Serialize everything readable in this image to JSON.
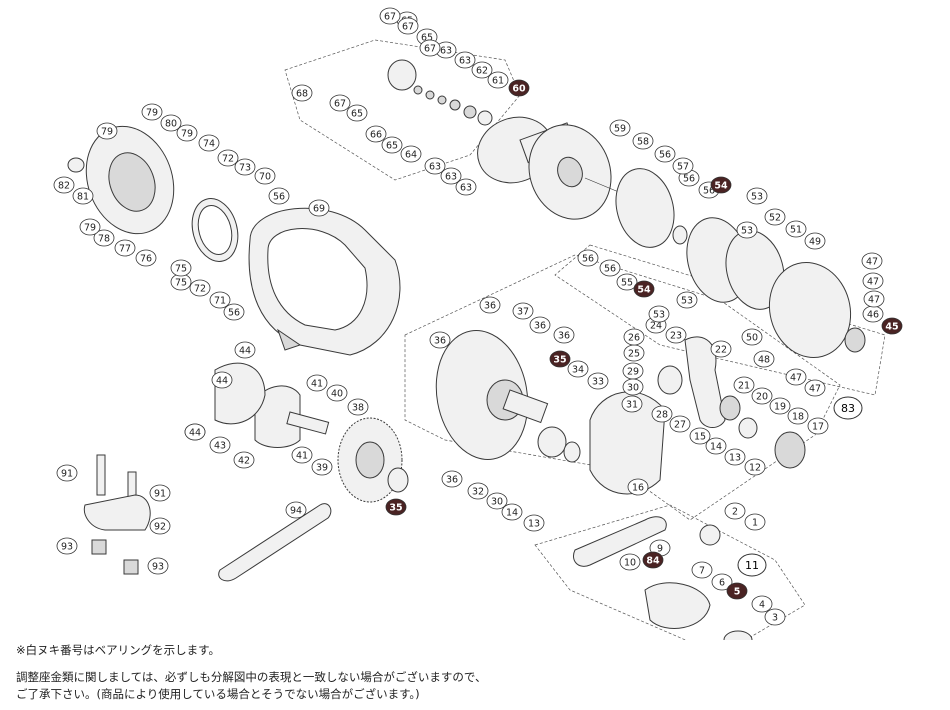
{
  "notes": {
    "bearing_note": "※白ヌキ番号はベアリングを示します。",
    "line1": "調整座金類に関しましては、必ずしも分解図中の表現と一致しない場合がございますので、",
    "line2": "ご了承下さい。(商品により使用している場合とそうでない場合がございます。)"
  },
  "bearing_labels": [
    "60",
    "54",
    "54",
    "45",
    "35",
    "35",
    "84",
    "5"
  ],
  "group_labels": [
    "83",
    "11"
  ],
  "part_labels": [
    "1",
    "2",
    "3",
    "4",
    "6",
    "7",
    "9",
    "10",
    "12",
    "13",
    "14",
    "15",
    "16",
    "17",
    "18",
    "19",
    "20",
    "21",
    "22",
    "23",
    "24",
    "25",
    "26",
    "27",
    "28",
    "29",
    "30",
    "31",
    "32",
    "33",
    "34",
    "36",
    "37",
    "38",
    "39",
    "40",
    "41",
    "42",
    "43",
    "44",
    "46",
    "47",
    "48",
    "49",
    "50",
    "51",
    "52",
    "53",
    "55",
    "56",
    "57",
    "58",
    "59",
    "61",
    "62",
    "63",
    "64",
    "65",
    "66",
    "67",
    "68",
    "69",
    "70",
    "71",
    "72",
    "73",
    "74",
    "75",
    "76",
    "77",
    "78",
    "79",
    "80",
    "81",
    "82",
    "91",
    "92",
    "93",
    "94"
  ]
}
